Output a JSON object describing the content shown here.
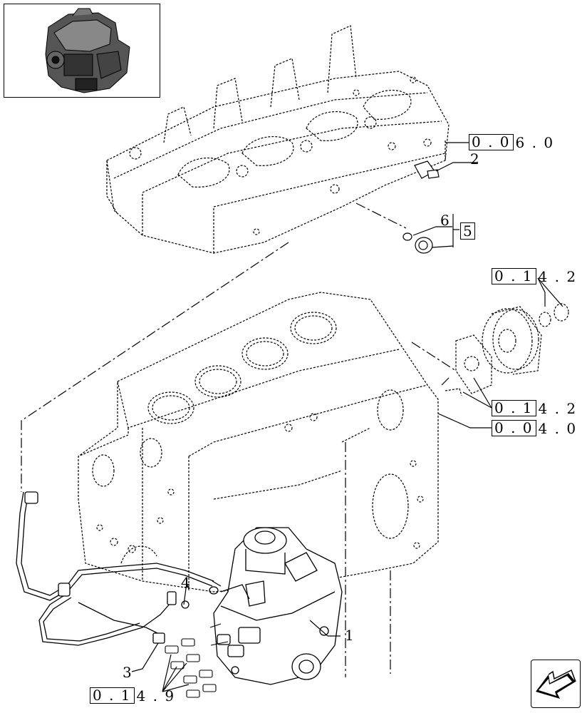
{
  "refs": {
    "r060": {
      "boxed": "0 . 0",
      "rest": "6 . 0"
    },
    "r142a": {
      "boxed": "0 . 1",
      "rest": "4 . 2"
    },
    "r142b": {
      "boxed": "0 . 1",
      "rest": "4 . 2"
    },
    "r040": {
      "boxed": "0 . 0",
      "rest": "4 . 0"
    },
    "r149": {
      "boxed": "0 . 1",
      "rest": "4 . 9"
    }
  },
  "callouts": {
    "c1": "1",
    "c2": "2",
    "c3": "3",
    "c4": "4",
    "c5": "5",
    "c6": "6"
  },
  "icons": {
    "thumbnail": "engine-thumbnail-icon",
    "nav": "arrow-left-icon"
  }
}
